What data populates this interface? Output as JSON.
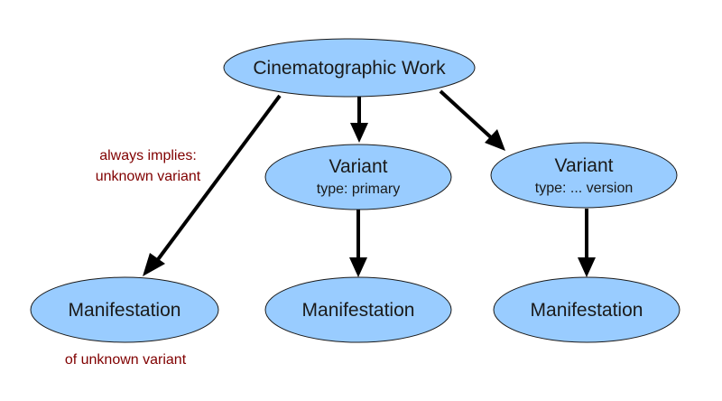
{
  "colors": {
    "node_fill": "#99ccff",
    "node_stroke": "#1a1a1a",
    "arrow": "#000000",
    "annotation_text": "#800000"
  },
  "nodes": {
    "work": {
      "title": "Cinematographic Work"
    },
    "variant_primary": {
      "title": "Variant",
      "subtitle": "type: primary"
    },
    "variant_version": {
      "title": "Variant",
      "subtitle": "type: ... version"
    },
    "manifestation_left": {
      "title": "Manifestation"
    },
    "manifestation_middle": {
      "title": "Manifestation"
    },
    "manifestation_right": {
      "title": "Manifestation"
    }
  },
  "annotations": {
    "implies_line1": "always implies:",
    "implies_line2": "unknown variant",
    "of_unknown": "of unknown variant"
  },
  "edges": [
    {
      "from": "work",
      "to": "manifestation_left"
    },
    {
      "from": "work",
      "to": "variant_primary"
    },
    {
      "from": "work",
      "to": "variant_version"
    },
    {
      "from": "variant_primary",
      "to": "manifestation_middle"
    },
    {
      "from": "variant_version",
      "to": "manifestation_right"
    }
  ]
}
